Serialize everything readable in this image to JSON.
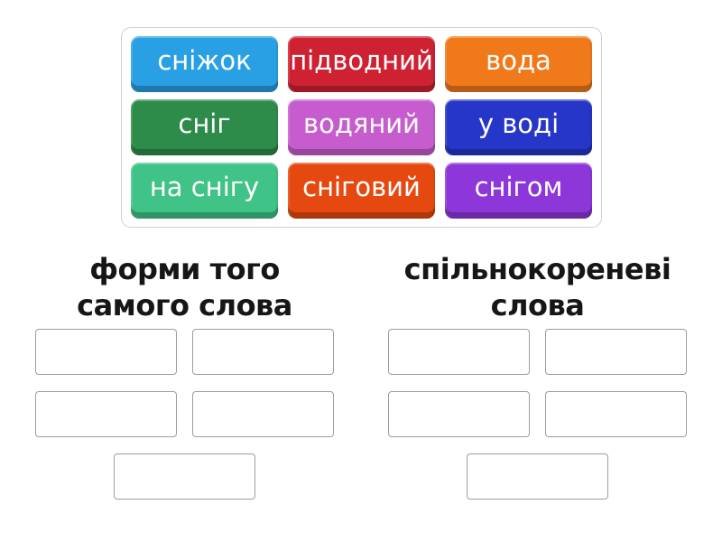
{
  "word_bank": {
    "tiles": [
      {
        "label": "сніжок",
        "color": "#2aa0e4"
      },
      {
        "label": "підводний",
        "color": "#ce2233"
      },
      {
        "label": "вода",
        "color": "#f0791a"
      },
      {
        "label": "сніг",
        "color": "#2e8c4b"
      },
      {
        "label": "водяний",
        "color": "#c75cce"
      },
      {
        "label": "у воді",
        "color": "#2636c8"
      },
      {
        "label": "на снігу",
        "color": "#40c386"
      },
      {
        "label": "сніговий",
        "color": "#e5490f"
      },
      {
        "label": "снігом",
        "color": "#8d36d9"
      }
    ]
  },
  "groups": [
    {
      "title": "форми того\nсамого слова",
      "slot_count": 5
    },
    {
      "title": "спільнокореневі\nслова",
      "slot_count": 5
    }
  ]
}
